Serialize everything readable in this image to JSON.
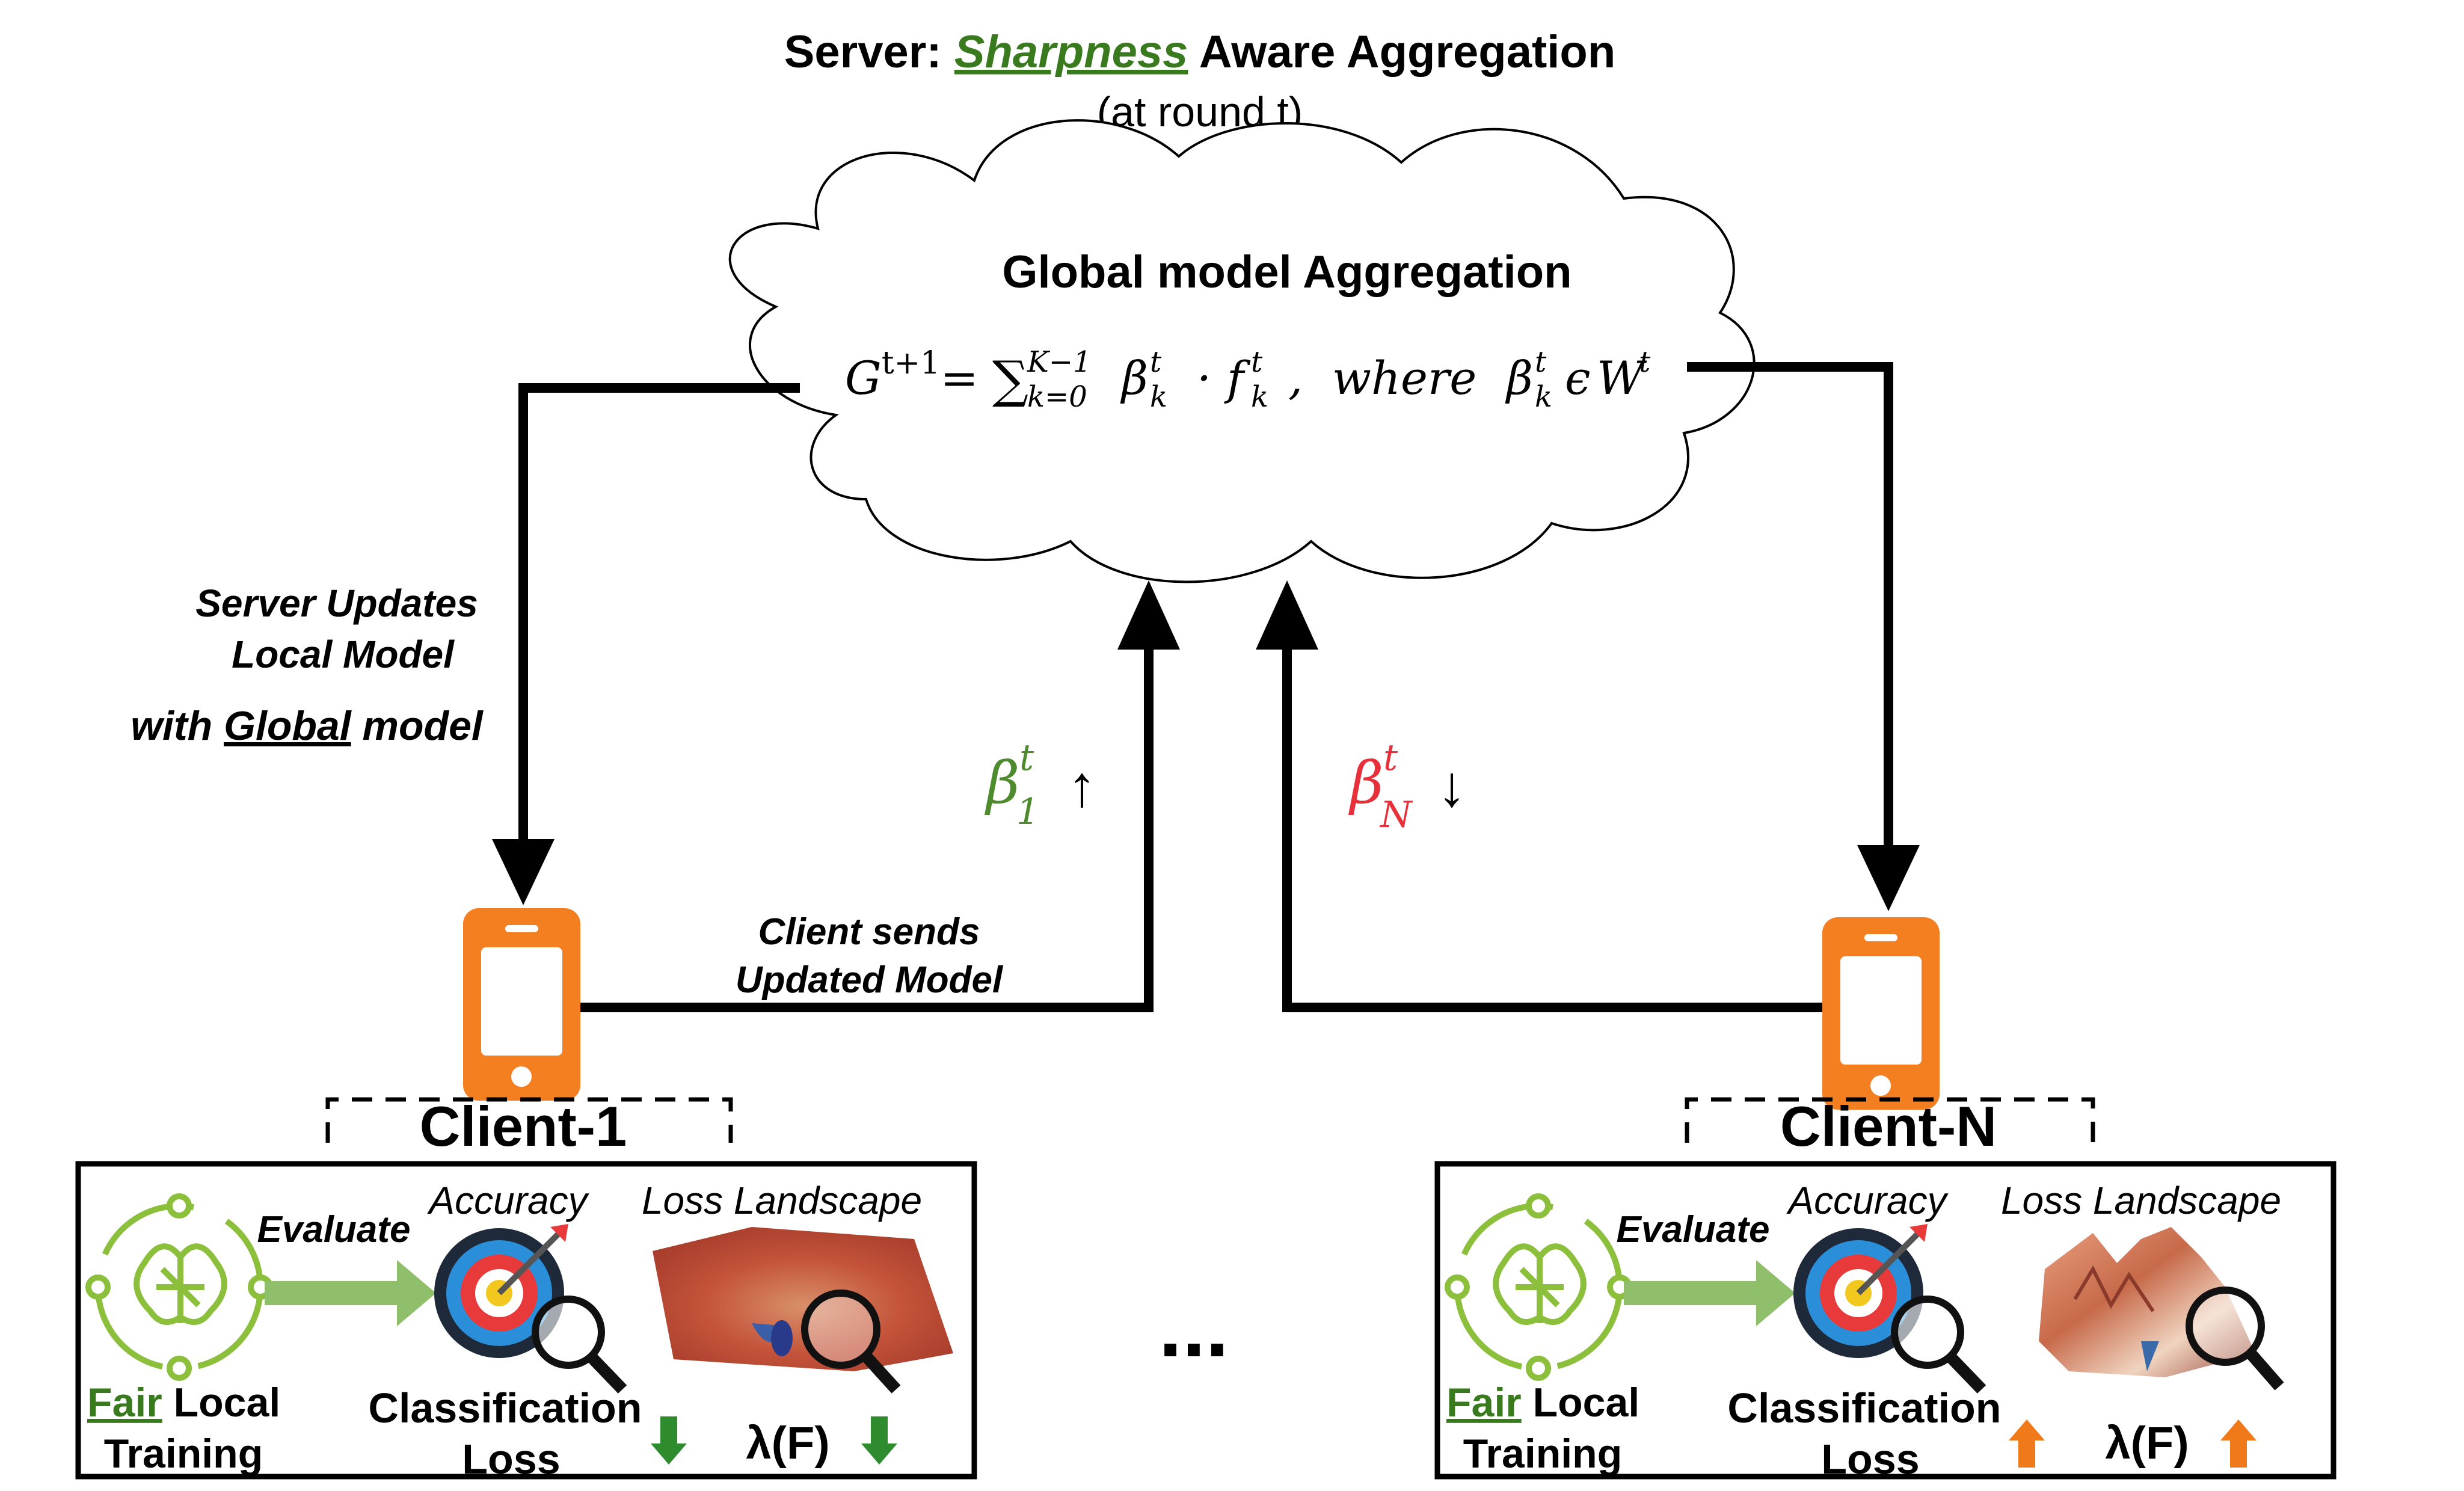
{
  "title": {
    "prefix": "Server: ",
    "highlight": "Sharpness",
    "suffix": " Aware Aggregation",
    "round": "(at round t)"
  },
  "cloud": {
    "heading": "Global model Aggregation",
    "formula": {
      "lhs": "G",
      "lhs_sup": "t+1",
      "eq": "=",
      "sum": "∑",
      "sum_sup": "K−1",
      "sum_sub": "k=0",
      "beta": "β",
      "sub_k": "k",
      "sup_t": "t",
      "dot": "·",
      "f": "f",
      "sep": ",",
      "where": "where",
      "in": "ϵ",
      "W": "W"
    }
  },
  "labels": {
    "server_updates_1": "Server Updates",
    "server_updates_2": "Local Model",
    "with_prefix": "with ",
    "with_global": "Global",
    "with_suffix": " model",
    "client_sends_1": "Client sends",
    "client_sends_2": "Updated Model",
    "ellipsis": "..."
  },
  "weights": {
    "beta1": {
      "symbol": "β",
      "sub": "1",
      "sup": "t",
      "arrow": "↑",
      "color": "#4e8a2e"
    },
    "betaN": {
      "symbol": "β",
      "sub": "N",
      "sup": "t",
      "arrow": "↓",
      "color": "#e8303a"
    }
  },
  "clients": [
    {
      "name": "Client-1",
      "evaluate": "Evaluate",
      "accuracy": "Accuracy",
      "loss_landscape": "Loss Landscape",
      "fair": "Fair",
      "local": " Local",
      "training": "Training",
      "classification": "Classification",
      "loss": "Loss",
      "lambda": "λ(F)",
      "trend": "down",
      "trend_color": "#2e8b2e"
    },
    {
      "name": "Client-N",
      "evaluate": "Evaluate",
      "accuracy": "Accuracy",
      "loss_landscape": "Loss Landscape",
      "fair": "Fair",
      "local": " Local",
      "training": "Training",
      "classification": "Classification",
      "loss": "Loss",
      "lambda": "λ(F)",
      "trend": "up",
      "trend_color": "#f07a1a"
    }
  ],
  "colors": {
    "phone": "#f47f20",
    "brain_icon": "#8bbf3c",
    "evaluate_arrow": "#8fbf6a",
    "highlight": "#3a7a1e"
  }
}
